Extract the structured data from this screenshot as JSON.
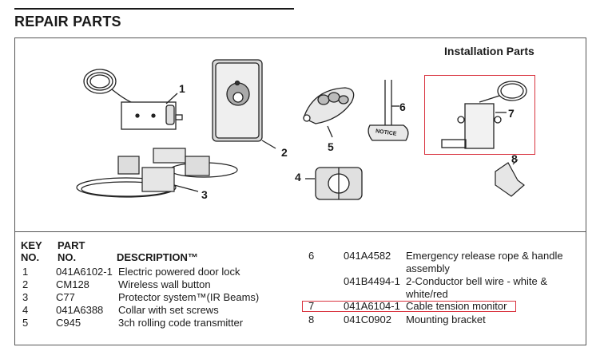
{
  "heading": "REPAIR PARTS",
  "installation_label": "Installation Parts",
  "callouts": [
    "1",
    "2",
    "3",
    "4",
    "5",
    "6",
    "7",
    "8"
  ],
  "notice_text": "NOTICE",
  "table": {
    "key_label_1": "KEY",
    "key_label_2": "NO.",
    "part_label_1": "PART",
    "part_label_2": "NO.",
    "description_label": "DESCRIPTION™",
    "left_rows": [
      {
        "key": "1",
        "part": "041A6102-1",
        "desc": "Electric powered door lock"
      },
      {
        "key": "2",
        "part": "CM128",
        "desc": "Wireless wall button"
      },
      {
        "key": "3",
        "part": "C77",
        "desc": "Protector system™(IR Beams)"
      },
      {
        "key": "4",
        "part": "041A6388",
        "desc": "Collar with set screws"
      },
      {
        "key": "5",
        "part": "C945",
        "desc": "3ch rolling code transmitter"
      }
    ],
    "right_rows": [
      {
        "key": "6",
        "part": "041A4582",
        "desc": "Emergency release rope & handle",
        "desc2": "assembly"
      },
      {
        "key": "",
        "part": "041B4494-1",
        "desc": "2-Conductor bell wire - white &",
        "desc2": "white/red"
      },
      {
        "key": "7",
        "part": "041A6104-1",
        "desc": "Cable tension monitor"
      },
      {
        "key": "8",
        "part": "041C0902",
        "desc": "Mounting bracket"
      }
    ]
  },
  "colors": {
    "highlight": "#d9333f",
    "ink": "#1a1a1a"
  }
}
